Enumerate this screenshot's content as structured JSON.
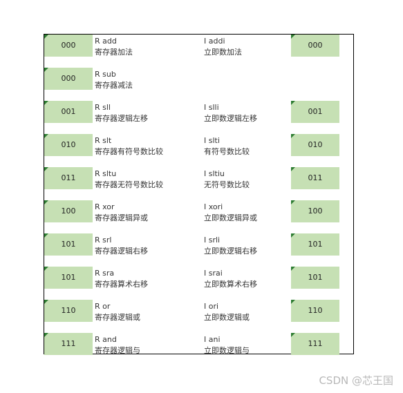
{
  "rows": [
    {
      "code_left": "000",
      "r_mnemonic": "R add",
      "r_desc": "寄存器加法",
      "i_mnemonic": "I addi",
      "i_desc": "立即数加法",
      "code_right": "000"
    },
    {
      "code_left": "000",
      "r_mnemonic": "R sub",
      "r_desc": "寄存器减法",
      "i_mnemonic": "",
      "i_desc": "",
      "code_right": ""
    },
    {
      "code_left": "001",
      "r_mnemonic": "R sll",
      "r_desc": "寄存器逻辑左移",
      "i_mnemonic": "I slli",
      "i_desc": "立即数逻辑左移",
      "code_right": "001"
    },
    {
      "code_left": "010",
      "r_mnemonic": "R slt",
      "r_desc": "寄存器有符号数比较",
      "i_mnemonic": "I slti",
      "i_desc": "有符号数比较",
      "code_right": "010"
    },
    {
      "code_left": "011",
      "r_mnemonic": "R sltu",
      "r_desc": "寄存器无符号数比较",
      "i_mnemonic": "I sltiu",
      "i_desc": "无符号数比较",
      "code_right": "011"
    },
    {
      "code_left": "100",
      "r_mnemonic": "R xor",
      "r_desc": "寄存器逻辑异或",
      "i_mnemonic": "I xori",
      "i_desc": "立即数逻辑异或",
      "code_right": "100"
    },
    {
      "code_left": "101",
      "r_mnemonic": "R srl",
      "r_desc": "寄存器逻辑右移",
      "i_mnemonic": "I srli",
      "i_desc": "立即数逻辑右移",
      "code_right": "101"
    },
    {
      "code_left": "101",
      "r_mnemonic": "R sra",
      "r_desc": "寄存器算术右移",
      "i_mnemonic": "I srai",
      "i_desc": "立即数算术右移",
      "code_right": "101"
    },
    {
      "code_left": "110",
      "r_mnemonic": "R or",
      "r_desc": "寄存器逻辑或",
      "i_mnemonic": "I ori",
      "i_desc": "立即数逻辑或",
      "code_right": "110"
    },
    {
      "code_left": "111",
      "r_mnemonic": "R and",
      "r_desc": "寄存器逻辑与",
      "i_mnemonic": "I ani",
      "i_desc": "立即数逻辑与",
      "code_right": "111"
    }
  ],
  "watermark": "CSDN @芯王国"
}
